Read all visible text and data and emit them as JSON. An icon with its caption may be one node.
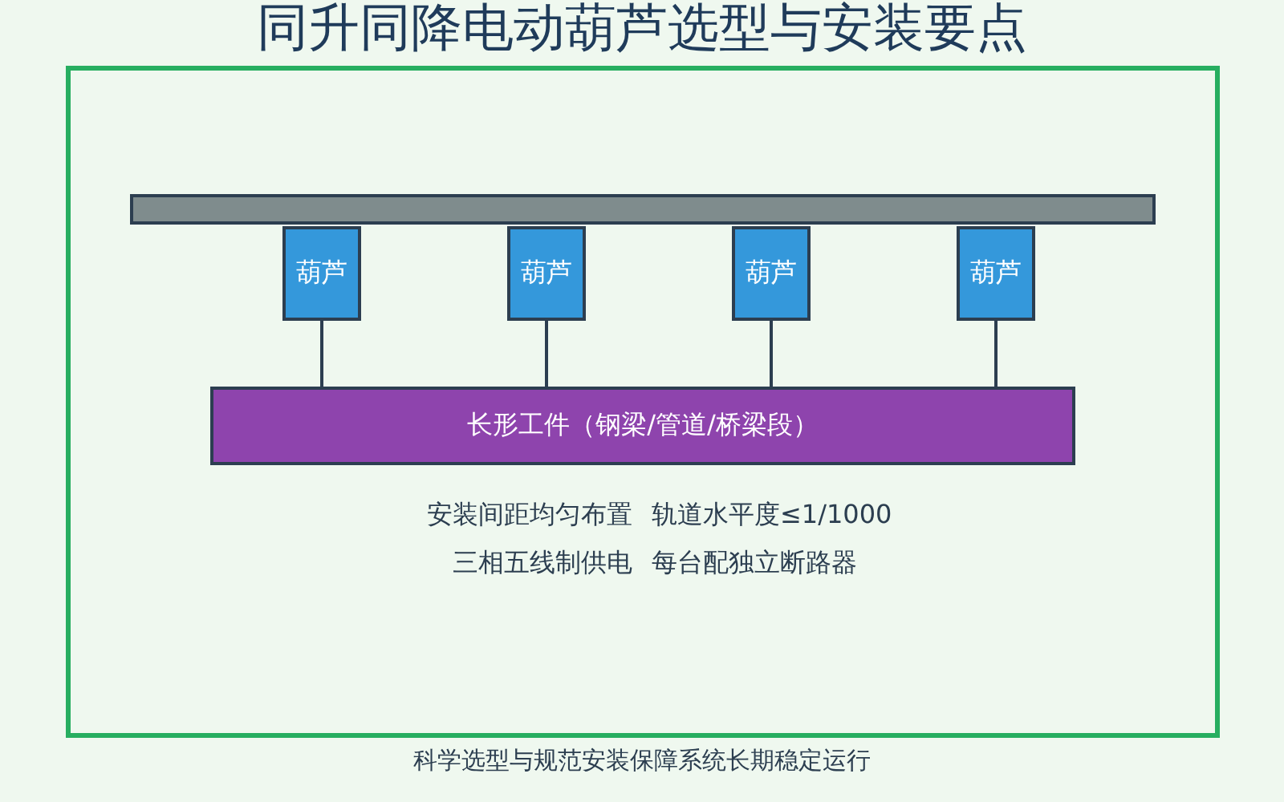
{
  "diagram": {
    "title": "同升同降电动葫芦选型与安装要点",
    "caption": "科学选型与规范安装保障系统长期稳定运行",
    "nodes": [
      {
        "text": [],
        "shape": "bar"
      },
      {
        "text": [
          "葫芦"
        ]
      },
      {
        "text": [
          "葫芦"
        ]
      },
      {
        "text": [
          "葫芦"
        ]
      },
      {
        "text": [
          "葫芦"
        ]
      },
      {
        "text": [
          "长形工件（钢梁/管道/桥梁段）"
        ]
      }
    ],
    "edges": [
      {
        "from": 1,
        "to": 5,
        "arrow": "none"
      },
      {
        "from": 2,
        "to": 5,
        "arrow": "none"
      },
      {
        "from": 3,
        "to": 5,
        "arrow": "none"
      },
      {
        "from": 4,
        "to": 5,
        "arrow": "none"
      }
    ],
    "labels": [
      "安装间距均匀布置",
      "轨道水平度≤1/1000",
      "三相五线制供电",
      "每台配独立断路器"
    ]
  }
}
